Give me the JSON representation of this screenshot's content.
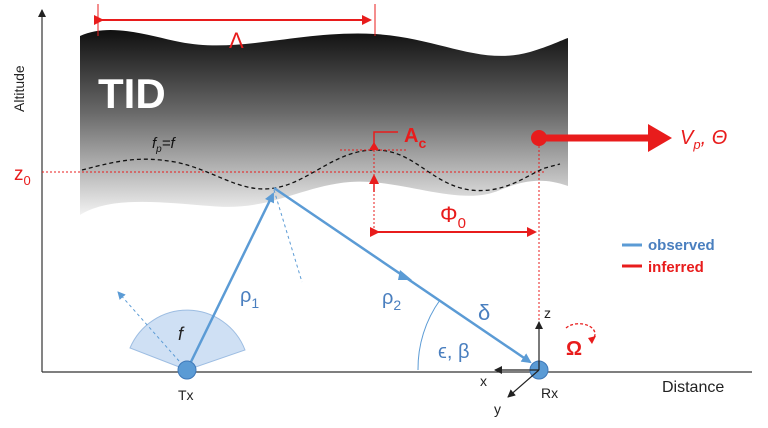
{
  "axes": {
    "y_label": "Altitude",
    "x_label": "Distance",
    "z0_base": "z",
    "z0_sub": "0"
  },
  "tid": {
    "label": "TID",
    "fp_label_main": "f",
    "fp_label_sub": "p",
    "fp_label_rest": "=f"
  },
  "inferred": {
    "wavelength": "Λ",
    "amplitude_base": "A",
    "amplitude_sub": "c",
    "phase_base": "Φ",
    "phase_sub": "0",
    "velocity_base": "V",
    "velocity_sub": "p",
    "velocity_rest": ", Θ",
    "rotation": "Ω"
  },
  "observed": {
    "rho1_base": "ρ",
    "rho1_sub": "1",
    "rho2_base": "ρ",
    "rho2_sub": "2",
    "delta": "δ",
    "angles": "ϵ, β",
    "frequency": "f"
  },
  "stations": {
    "tx": "Tx",
    "rx": "Rx"
  },
  "coords": {
    "x": "x",
    "y": "y",
    "z": "z"
  },
  "legend": {
    "observed": "observed",
    "inferred": "inferred"
  },
  "colors": {
    "observed": "#5b9bd5",
    "inferred": "#e81c1c",
    "text": "#222222"
  }
}
